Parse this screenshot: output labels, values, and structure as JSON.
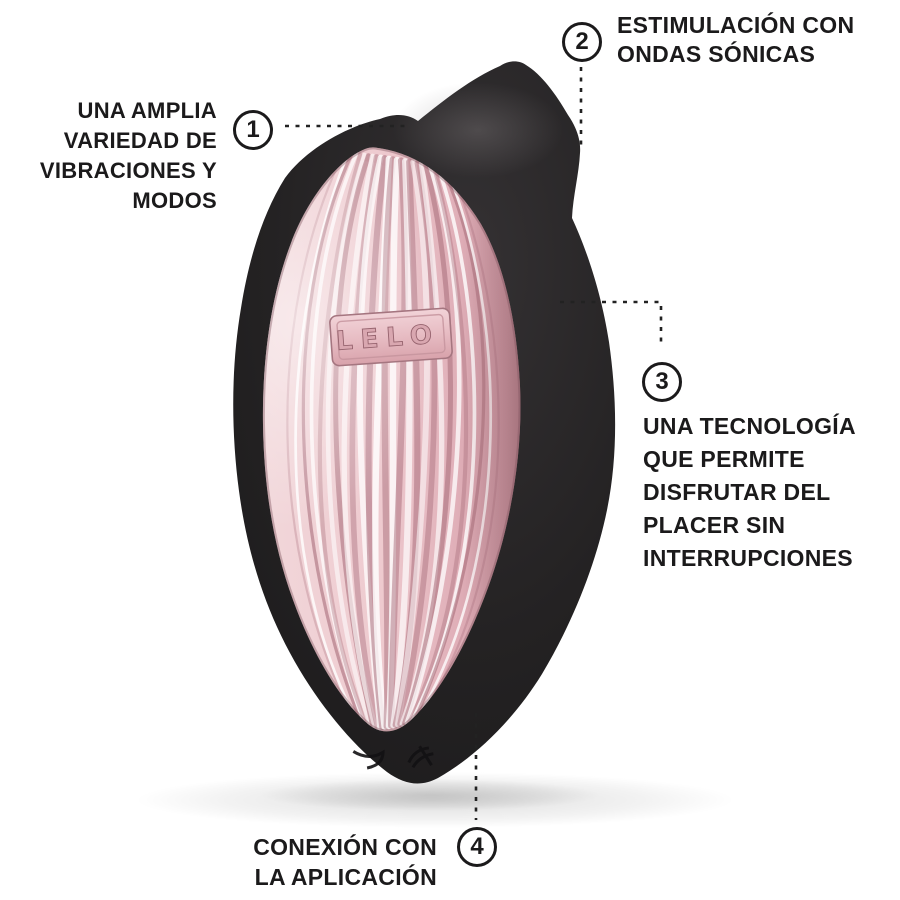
{
  "page": {
    "background": "#ffffff"
  },
  "product": {
    "brand": "LELO",
    "logo_text": "LELO",
    "body_color": "#201f20",
    "faceplate_color": "#eecdd2"
  },
  "callouts": [
    {
      "number": "1",
      "lines": [
        "UNA AMPLIA",
        "VARIEDAD DE",
        "VIBRACIONES Y",
        "MODOS"
      ]
    },
    {
      "number": "2",
      "lines": [
        "ESTIMULACIÓN CON",
        "ONDAS SÓNICAS"
      ]
    },
    {
      "number": "3",
      "lines": [
        "UNA TECNOLOGÍA",
        "QUE PERMITE",
        "DISFRUTAR DEL",
        "PLACER SIN",
        "INTERRUPCIONES"
      ]
    },
    {
      "number": "4",
      "lines": [
        "CONEXIÓN CON",
        "LA APLICACIÓN"
      ]
    }
  ],
  "colors": {
    "text": "#1b1a1b",
    "leader_line": "#222222",
    "body_dark": "#1a191a",
    "body_mid": "#232223",
    "body_light": "#343133",
    "plate_light": "#f8e9eb",
    "plate_base": "#eecdd2",
    "plate_mid": "#e0afb8",
    "plate_dark": "#b07c88",
    "rib_shadow": "#a86e7b",
    "rib_highlight": "#ffffff",
    "logo_fill": "#d9a7b0",
    "logo_stroke": "#96636e"
  }
}
